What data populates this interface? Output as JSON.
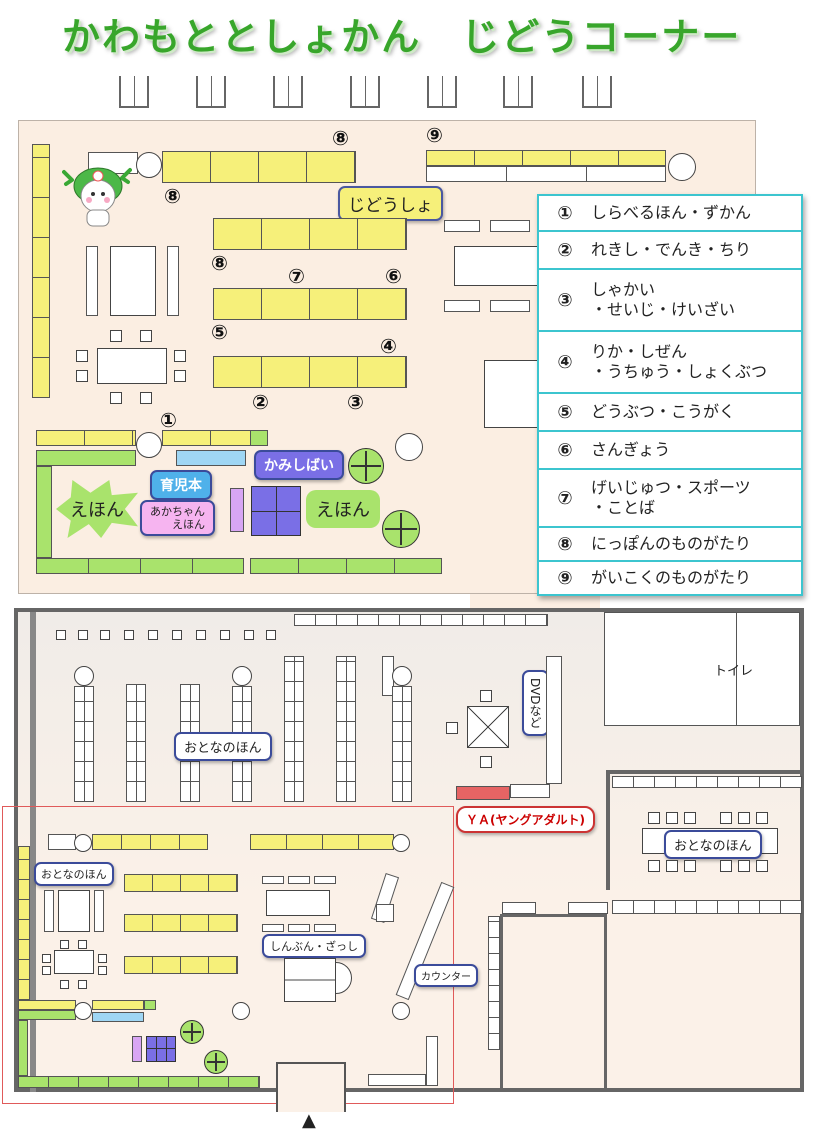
{
  "title": "かわもととしょかん　じどうコーナー",
  "labels": {
    "jidousho": "じどうしょ",
    "ehon_left": "えほん",
    "ehon_right": "えほん",
    "ikujibon": "育児本",
    "akachan_ehon": "あかちゃん\nえほん",
    "kamishibai": "かみしばい",
    "otona_main": "おとなのほん",
    "otona_left": "おとなのほん",
    "otona_right": "おとなのほん",
    "dvd": "DVDなど",
    "toilet": "トイレ",
    "ya": "ＹＡ(ヤングアダルト)",
    "shinbun": "しんぶん・ざっし",
    "counter": "カウンター"
  },
  "markers": {
    "m8_top": "⑧",
    "m9_top": "⑨",
    "m8_left": "⑧",
    "m8_mid": "⑧",
    "m7": "⑦",
    "m6": "⑥",
    "m5": "⑤",
    "m4": "④",
    "m2": "②",
    "m3": "③",
    "m1": "①"
  },
  "legend": [
    {
      "num": "①",
      "label": "しらべるほん・ずかん"
    },
    {
      "num": "②",
      "label": "れきし・でんき・ちり"
    },
    {
      "num": "③",
      "label": "しゃかい\n・せいじ・けいざい"
    },
    {
      "num": "④",
      "label": "りか・しぜん\n・うちゅう・しょくぶつ"
    },
    {
      "num": "⑤",
      "label": "どうぶつ・こうがく"
    },
    {
      "num": "⑥",
      "label": "さんぎょう"
    },
    {
      "num": "⑦",
      "label": "げいじゅつ・スポーツ\n・ことば"
    },
    {
      "num": "⑧",
      "label": "にっぽんのものがたり"
    },
    {
      "num": "⑨",
      "label": "がいこくのものがたり"
    }
  ],
  "entrance_arrow": "▲",
  "colors": {
    "title": "#38a62b",
    "children_room": "#fbeee2",
    "bookshelf": "#f6f07a",
    "picture_book_shelf": "#a9e36c",
    "legend_border": "#3cc5cf",
    "ya_highlight": "#e66464",
    "zoom_frame": "#e05a5a"
  },
  "icons": {
    "mascot": "green-sprout-mascot-icon",
    "entrance": "up-arrow-icon"
  }
}
